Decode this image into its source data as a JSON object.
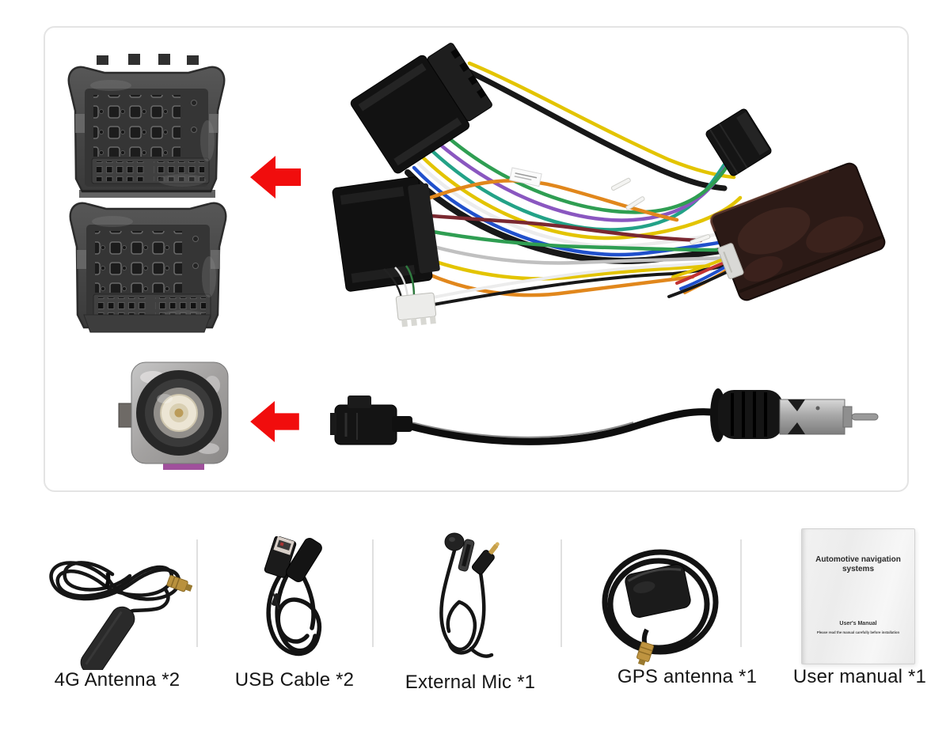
{
  "panel": {
    "border_color": "#e4e4e4",
    "divider_color": "#e0e0e0",
    "background": "#ffffff"
  },
  "arrow_color": "#f10d0d",
  "top_section": {
    "photos": [
      {
        "name": "quadlock-connector",
        "description_icon": "car-quadlock-socket-photo"
      },
      {
        "name": "wiring-harness-with-canbus-box",
        "description_icon": "wiring-harness-photo"
      },
      {
        "name": "antenna-socket",
        "description_icon": "car-antenna-socket-photo"
      },
      {
        "name": "radio-antenna-adapter-cable",
        "description_icon": "antenna-adapter-photo"
      }
    ]
  },
  "accessories": {
    "items": [
      {
        "name": "4g-antenna",
        "label": "4G Antenna *2"
      },
      {
        "name": "usb-cable",
        "label": "USB Cable *2"
      },
      {
        "name": "external-mic",
        "label": "External Mic *1"
      },
      {
        "name": "gps-antenna",
        "label": "GPS antenna *1"
      },
      {
        "name": "user-manual",
        "label": "User manual *1"
      }
    ]
  },
  "manual": {
    "title_line1": "Automotive navigation",
    "title_line2": "systems",
    "subtitle": "User's Manual",
    "note": "Please read the manual carefully before installation"
  },
  "photo_palette": {
    "connector_black": "#141414",
    "housing_gray": "#454545",
    "canbus_box_maroon": "#2c1a16",
    "metal_silver": "#b9b9b9",
    "sma_gold": "#b9913d",
    "wire_colors": [
      "#e3c400",
      "#2f9e52",
      "#23a287",
      "#e1871c",
      "#ececec",
      "#c0c0c0",
      "#8a57c0",
      "#2050cc",
      "#c23333",
      "#7a2830",
      "#181818"
    ]
  }
}
